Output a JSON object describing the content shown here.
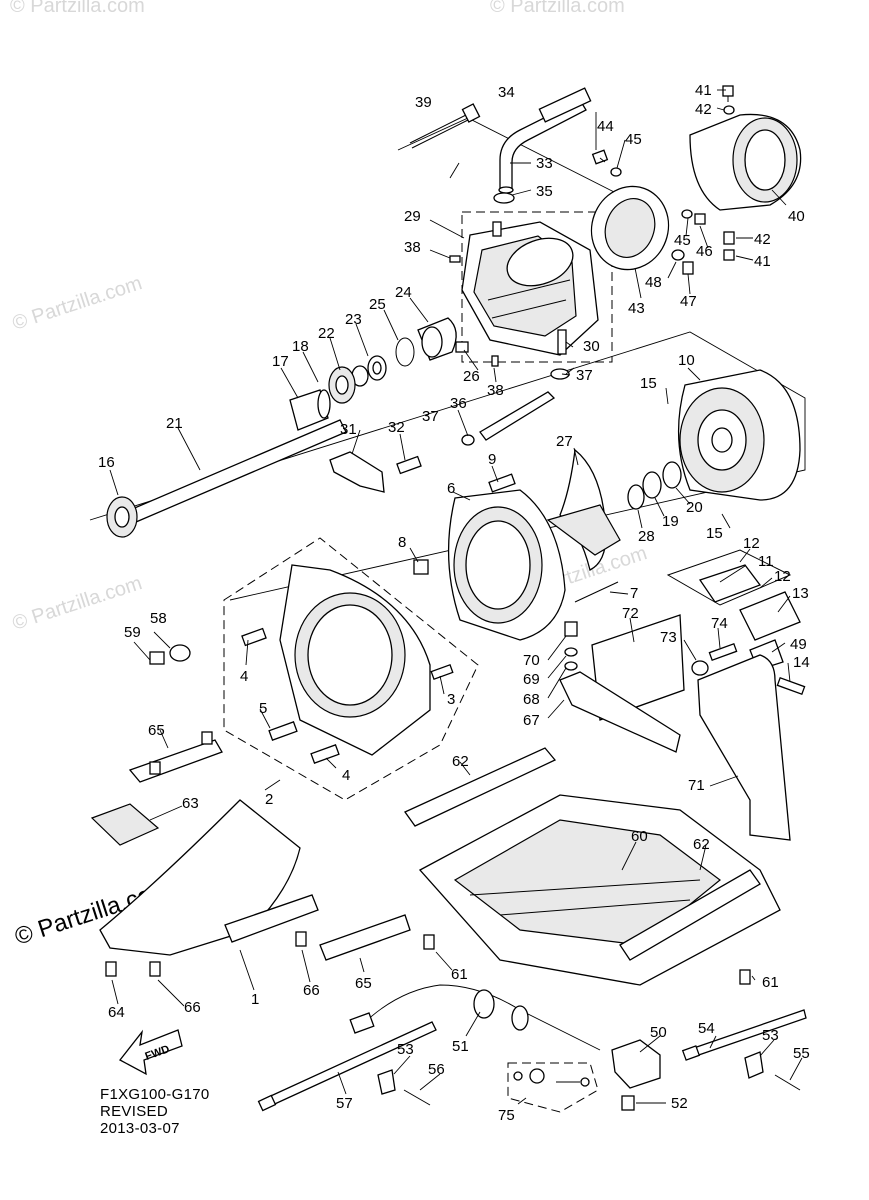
{
  "watermark": "© Partzilla.com",
  "fwd_label": "FWD",
  "footer": {
    "code": "F1XG100-G170",
    "revised": "REVISED",
    "date": "2013-03-07"
  },
  "callouts": [
    "1",
    "2",
    "3",
    "4",
    "4",
    "5",
    "6",
    "7",
    "8",
    "9",
    "10",
    "11",
    "12",
    "12",
    "13",
    "14",
    "15",
    "15",
    "16",
    "17",
    "18",
    "19",
    "20",
    "21",
    "22",
    "23",
    "24",
    "25",
    "26",
    "27",
    "28",
    "29",
    "30",
    "31",
    "32",
    "33",
    "34",
    "35",
    "36",
    "37",
    "37",
    "38",
    "38",
    "39",
    "40",
    "41",
    "41",
    "42",
    "42",
    "43",
    "44",
    "45",
    "45",
    "46",
    "47",
    "48",
    "49",
    "50",
    "51",
    "52",
    "53",
    "53",
    "54",
    "55",
    "56",
    "57",
    "58",
    "59",
    "60",
    "61",
    "61",
    "62",
    "62",
    "63",
    "64",
    "65",
    "65",
    "66",
    "66",
    "67",
    "68",
    "69",
    "70",
    "71",
    "72",
    "73",
    "74",
    "75"
  ]
}
